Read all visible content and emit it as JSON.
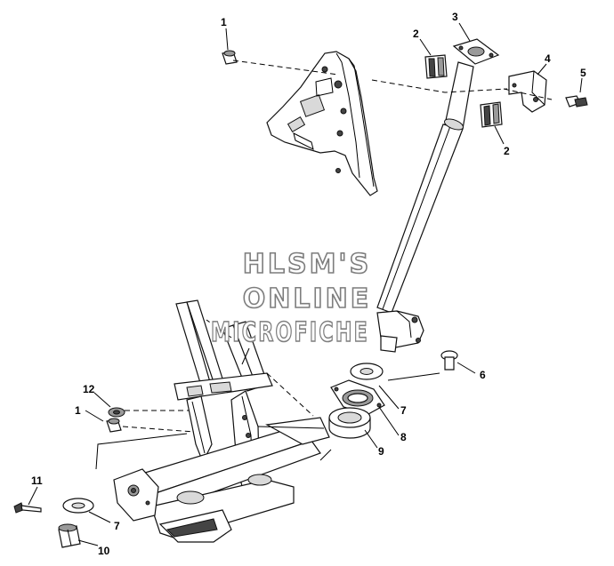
{
  "watermark": {
    "line1": "HLSM'S",
    "line2": "ONLINE",
    "line3": "MICROFICHE"
  },
  "callouts": {
    "c1_top": "1",
    "c2_left": "2",
    "c3": "3",
    "c4": "4",
    "c5": "5",
    "c2_right": "2",
    "c6": "6",
    "c7_right": "7",
    "c8": "8",
    "c9": "9",
    "c12": "12",
    "c1_left": "1",
    "c11": "11",
    "c7_left": "7",
    "c10": "10"
  }
}
